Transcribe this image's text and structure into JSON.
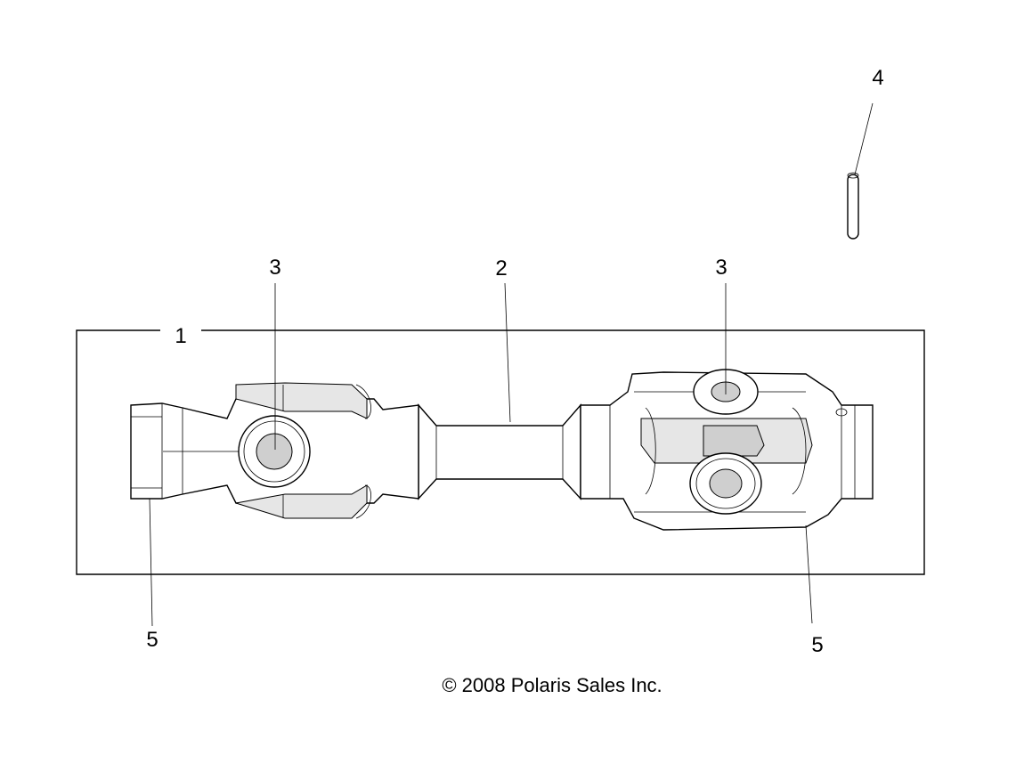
{
  "diagram": {
    "callouts": {
      "assembly": "1",
      "shaft": "2",
      "cross_left": "3",
      "cross_right": "3",
      "pin": "4",
      "yoke_left": "5",
      "yoke_right": "5"
    },
    "copyright": "© 2008 Polaris Sales Inc."
  }
}
